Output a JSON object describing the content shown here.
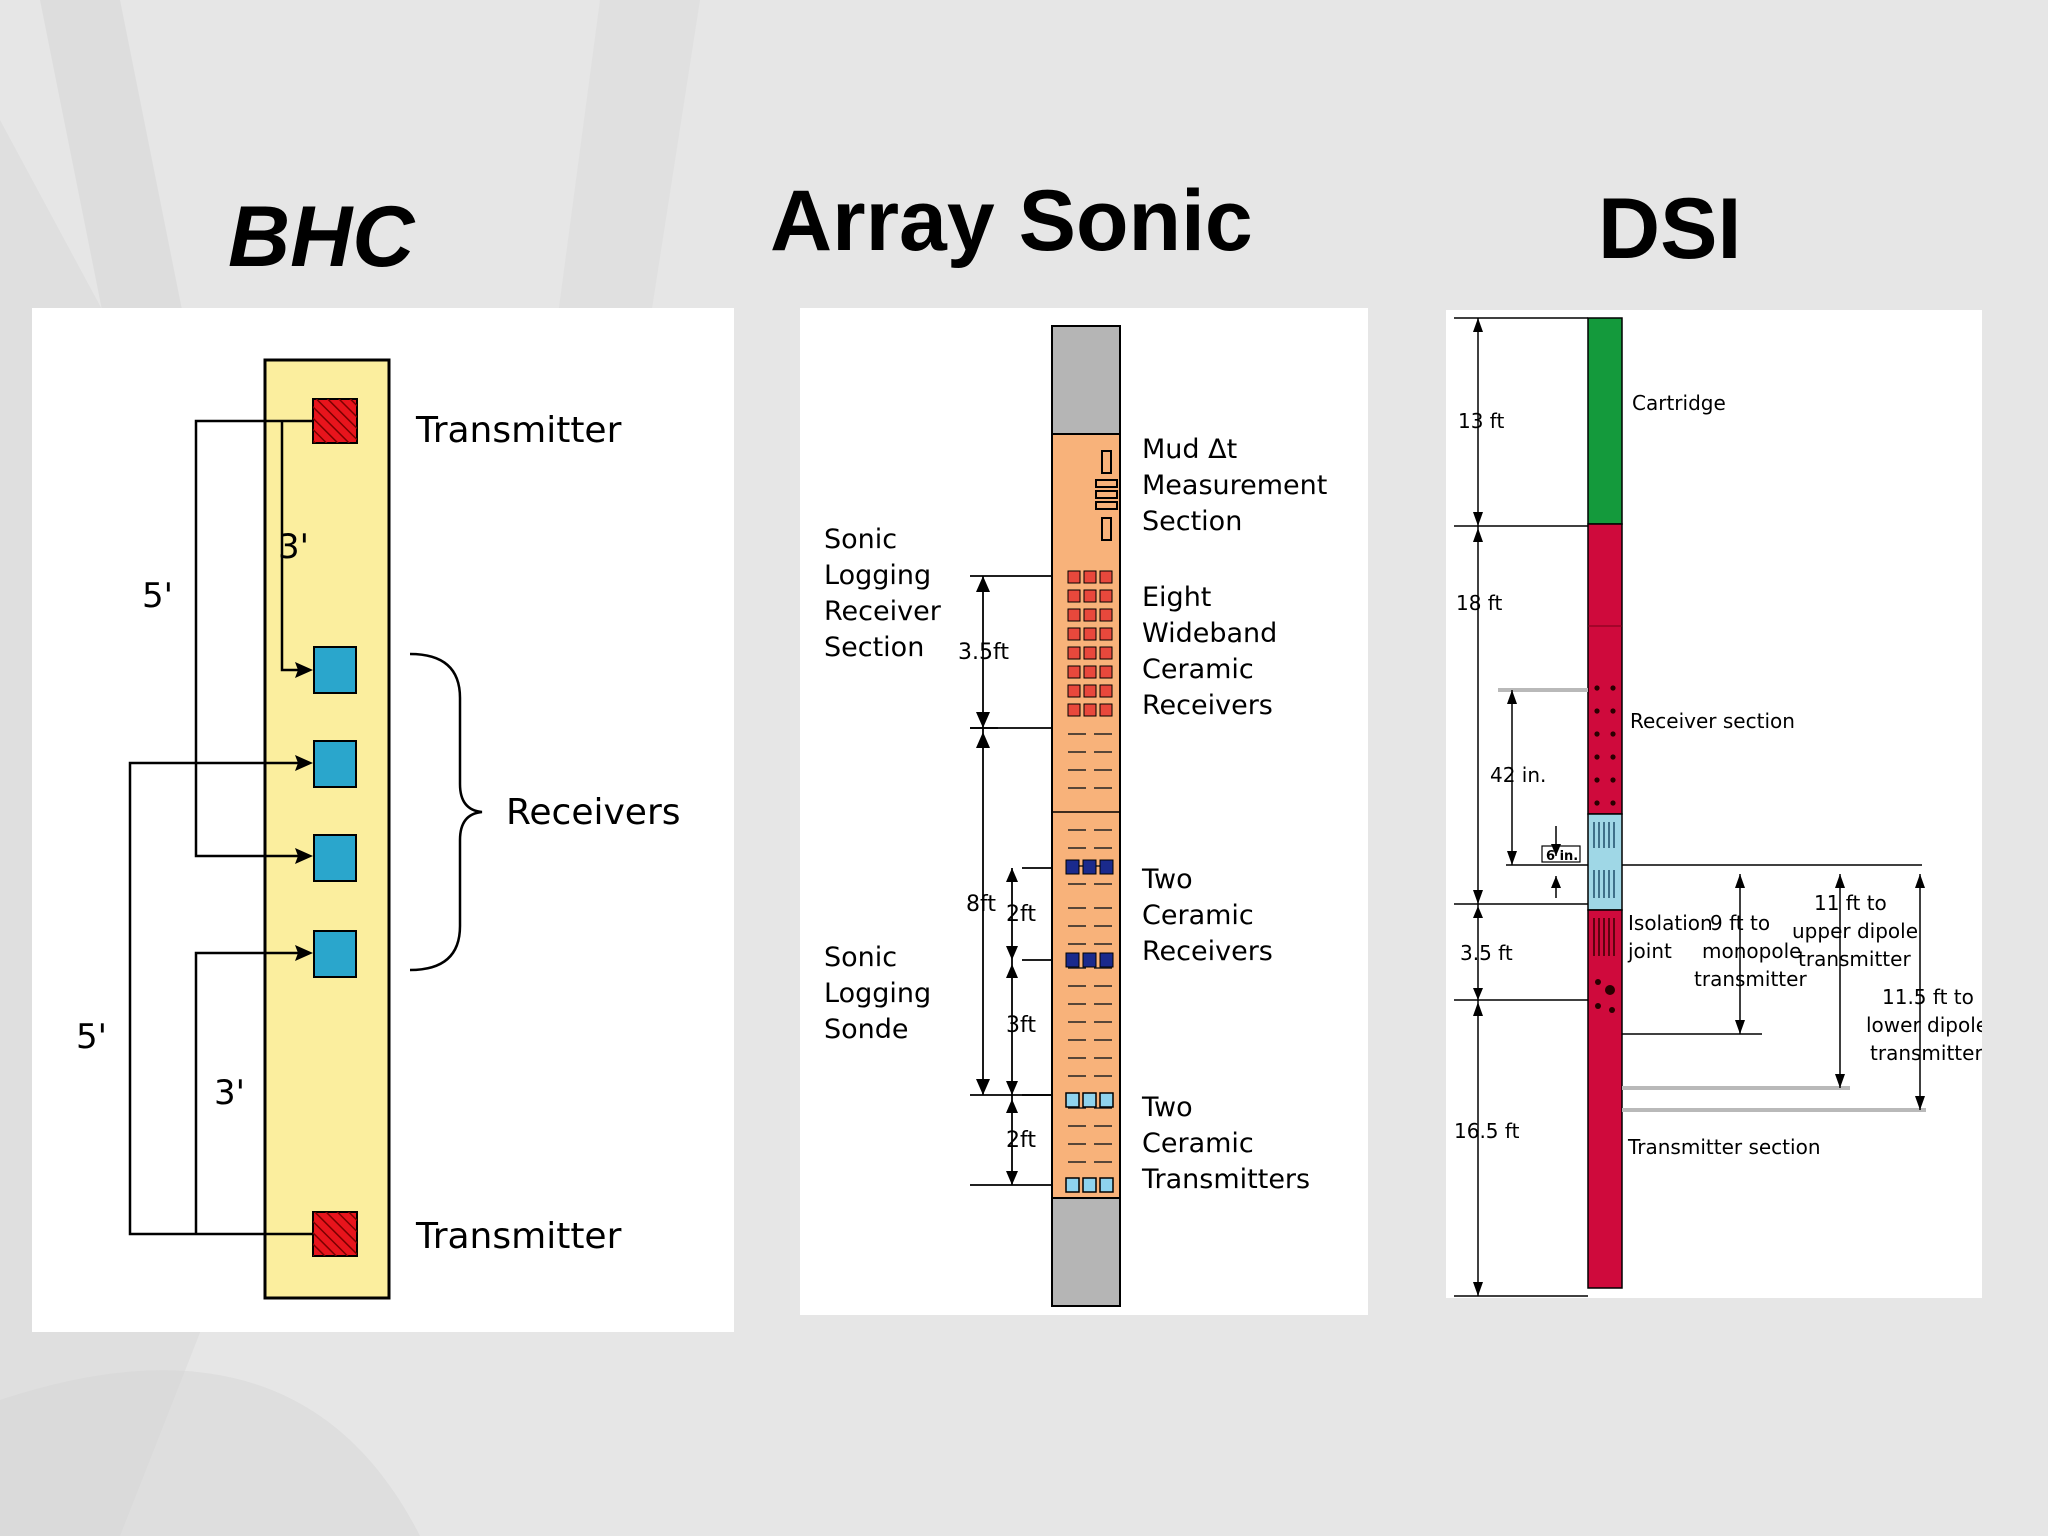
{
  "titles": {
    "bhc": "BHC",
    "array_sonic": "Array Sonic",
    "dsi": "DSI"
  },
  "bhc": {
    "transmitter_top": "Transmitter",
    "transmitter_bottom": "Transmitter",
    "receivers": "Receivers",
    "span_3ft_upper": "3'",
    "span_5ft_upper": "5'",
    "span_5ft_lower": "5'",
    "span_3ft_lower": "3'"
  },
  "array_sonic": {
    "mud_section": [
      "Mud Δt",
      "Measurement",
      "Section"
    ],
    "receiver_section_label": [
      "Sonic",
      "Logging",
      "Receiver",
      "Section"
    ],
    "eight_receivers": [
      "Eight",
      "Wideband",
      "Ceramic",
      "Receivers"
    ],
    "sonde_label": [
      "Sonic",
      "Logging",
      "Sonde"
    ],
    "two_receivers": [
      "Two",
      "Ceramic",
      "Receivers"
    ],
    "two_transmitters": [
      "Two",
      "Ceramic",
      "Transmitters"
    ],
    "dim_3_5ft": "3.5ft",
    "dim_8ft": "8ft",
    "dim_2ft_upper": "2ft",
    "dim_3ft": "3ft",
    "dim_2ft_lower": "2ft"
  },
  "dsi": {
    "cartridge": "Cartridge",
    "receiver_section": "Receiver section",
    "isolation_joint": [
      "Isolation",
      "joint"
    ],
    "monopole": [
      "9 ft to",
      "monopole",
      "transmitter"
    ],
    "upper_dipole": [
      "11 ft to",
      "upper dipole",
      "transmitter"
    ],
    "lower_dipole": [
      "11.5 ft to",
      "lower dipole",
      "transmitter"
    ],
    "transmitter_section": "Transmitter section",
    "dim_13ft": "13 ft",
    "dim_18ft": "18 ft",
    "dim_42in": "42 in.",
    "dim_6in": "6 in.",
    "dim_3_5ft": "3.5 ft",
    "dim_16_5ft": "16.5 ft"
  },
  "colors": {
    "background": "#e6e6e6",
    "bhc_tool": "#fbee9e",
    "bhc_transmitter": "#e8141c",
    "bhc_receiver": "#2aa6cc",
    "array_tool": "#f8b27a",
    "array_end_caps": "#b5b5b5",
    "array_receiver_red": "#e8483c",
    "array_receiver_blue": "#1a2a8c",
    "array_transmitter": "#8fd3ee",
    "dsi_cartridge": "#149a3c",
    "dsi_body": "#cf0a3c",
    "dsi_isolation": "#9fd7e6"
  }
}
